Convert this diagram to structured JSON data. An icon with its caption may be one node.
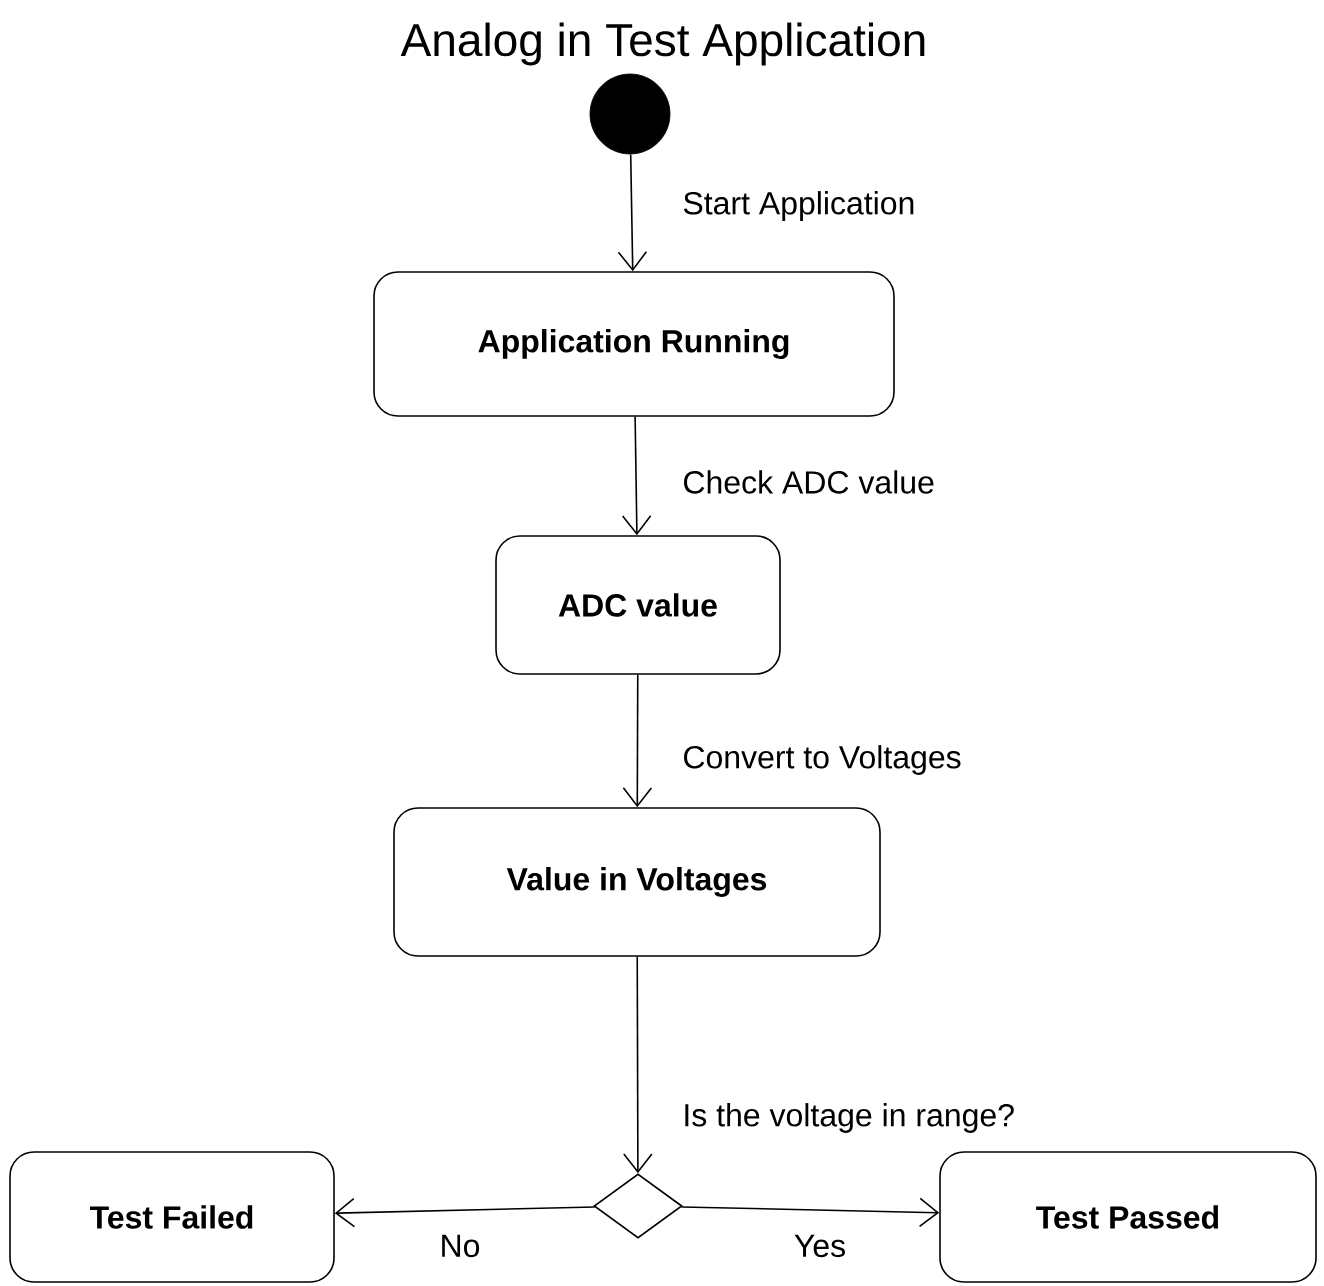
{
  "diagram": {
    "title": "Analog in Test Application",
    "nodes": [
      {
        "text": [],
        "shape": "circle"
      },
      {
        "text": [
          "Application Running"
        ]
      },
      {
        "text": [
          "ADC value"
        ]
      },
      {
        "text": [
          "Value in Voltages"
        ]
      },
      {
        "text": [
          "Test Failed"
        ]
      },
      {
        "text": [],
        "shape": "diamond"
      },
      {
        "text": [
          "Test Passed"
        ]
      }
    ],
    "edges": [
      {
        "from": 0,
        "to": 1,
        "arrow": "to",
        "label": "Start Application"
      },
      {
        "from": 1,
        "to": 2,
        "arrow": "to",
        "label": "Check ADC value"
      },
      {
        "from": 2,
        "to": 3,
        "arrow": "to",
        "label": "Convert to Voltages"
      },
      {
        "from": 3,
        "to": 5,
        "arrow": "to",
        "label": "Is the voltage in range?"
      },
      {
        "from": 5,
        "to": 4,
        "arrow": "to",
        "label": "No"
      },
      {
        "from": 5,
        "to": 6,
        "arrow": "to",
        "label": "Yes"
      }
    ]
  }
}
